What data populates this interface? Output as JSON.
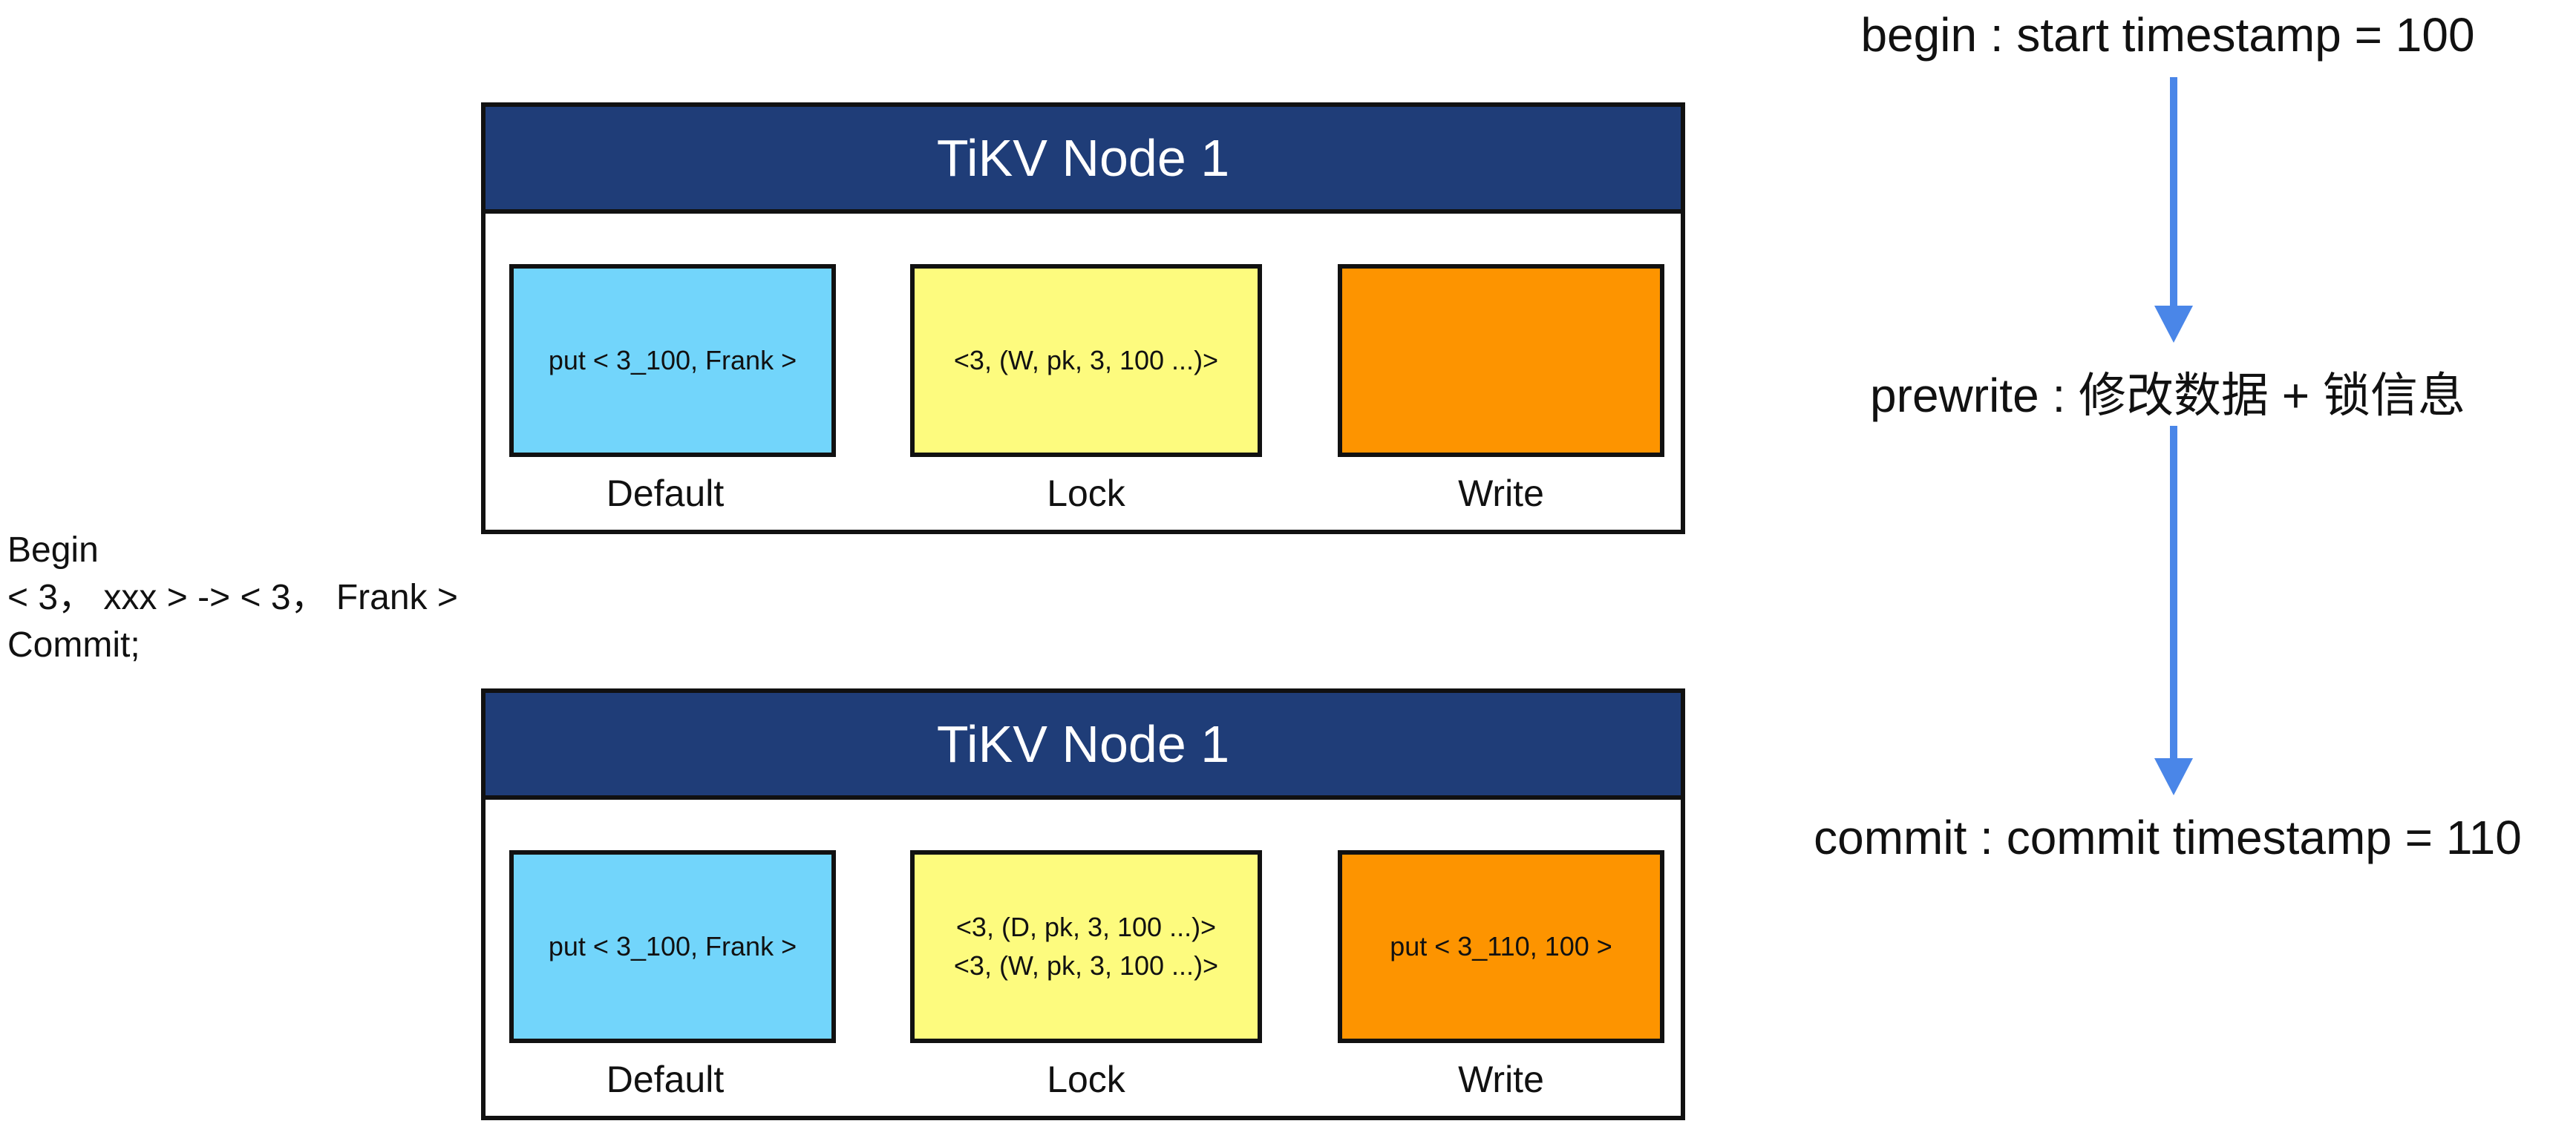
{
  "transaction": {
    "begin": "Begin",
    "statement": "< 3， xxx > -> < 3， Frank >",
    "commit": "Commit;"
  },
  "nodes": [
    {
      "title": "TiKV Node 1",
      "default": {
        "label": "Default",
        "entries": [
          "put < 3_100, Frank >"
        ]
      },
      "lock": {
        "label": "Lock",
        "entries": [
          "<3, (W, pk, 3, 100 ...)>"
        ]
      },
      "write": {
        "label": "Write",
        "entries": []
      }
    },
    {
      "title": "TiKV Node 1",
      "default": {
        "label": "Default",
        "entries": [
          "put < 3_100, Frank >"
        ]
      },
      "lock": {
        "label": "Lock",
        "entries": [
          "<3, (D, pk, 3, 100 ...)>",
          "<3, (W, pk, 3, 100 ...)>"
        ]
      },
      "write": {
        "label": "Write",
        "entries": [
          "put < 3_110, 100 >"
        ]
      }
    }
  ],
  "flow": {
    "steps": [
      "begin : start timestamp = 100",
      "prewrite : 修改数据 + 锁信息",
      "commit : commit timestamp = 110"
    ]
  },
  "colors": {
    "header": "#1f3d78",
    "default_box": "#72d5fb",
    "lock_box": "#fdfb7e",
    "write_box": "#fd9400",
    "arrow": "#4a86e8"
  }
}
